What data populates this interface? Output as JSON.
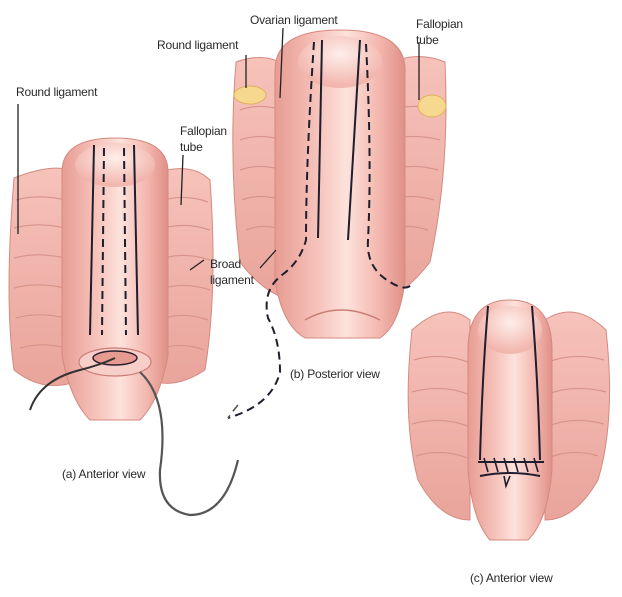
{
  "labels": {
    "round_ligament_a": "Round ligament",
    "fallopian_tube_a_1": "Fallopian",
    "fallopian_tube_a_2": "tube",
    "broad_ligament_1": "Broad",
    "broad_ligament_2": "ligament",
    "ovarian_ligament": "Ovarian ligament",
    "round_ligament_b": "Round ligament",
    "fallopian_tube_b_1": "Fallopian",
    "fallopian_tube_b_2": "tube",
    "view_a": "(a) Anterior view",
    "view_b": "(b) Posterior view",
    "view_c": "(c) Anterior view"
  },
  "colors": {
    "tissue": "#f2b5ad",
    "tissue_light": "#fbd9d2",
    "tissue_shadow": "#d98f86",
    "incision": "#1e1e2e",
    "suture": "#555555",
    "fat": "#f6d88e"
  }
}
